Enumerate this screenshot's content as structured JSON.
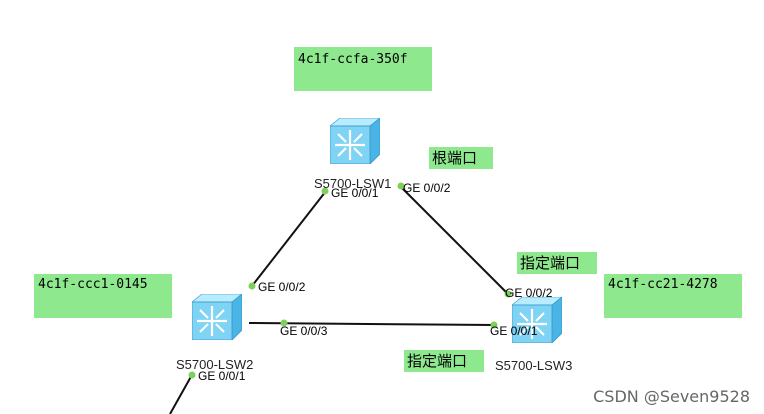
{
  "mac_addresses": {
    "top": "4c1f-ccfa-350f",
    "left": "4c1f-ccc1-0145",
    "right": "4c1f-cc21-4278"
  },
  "port_roles": {
    "root_port": "根端口",
    "designated_port_right": "指定端口",
    "designated_port_bottom": "指定端口"
  },
  "devices": {
    "lsw1": "S5700-LSW1",
    "lsw2": "S5700-LSW2",
    "lsw3": "S5700-LSW3"
  },
  "ports": {
    "lsw1_ge001": "GE 0/0/1",
    "lsw1_ge002": "GE 0/0/2",
    "lsw2_ge002": "GE 0/0/2",
    "lsw2_ge003": "GE 0/0/3",
    "lsw2_ge001": "GE 0/0/1",
    "lsw3_ge002": "GE 0/0/2",
    "lsw3_ge001": "GE 0/0/1"
  },
  "watermark": "CSDN @Seven9528",
  "colors": {
    "label_bg": "#8ee88e",
    "port_dot": "#7fd05a",
    "switch_face": "#7fd3f5",
    "switch_top": "#b9ecff",
    "link": "#111111"
  }
}
